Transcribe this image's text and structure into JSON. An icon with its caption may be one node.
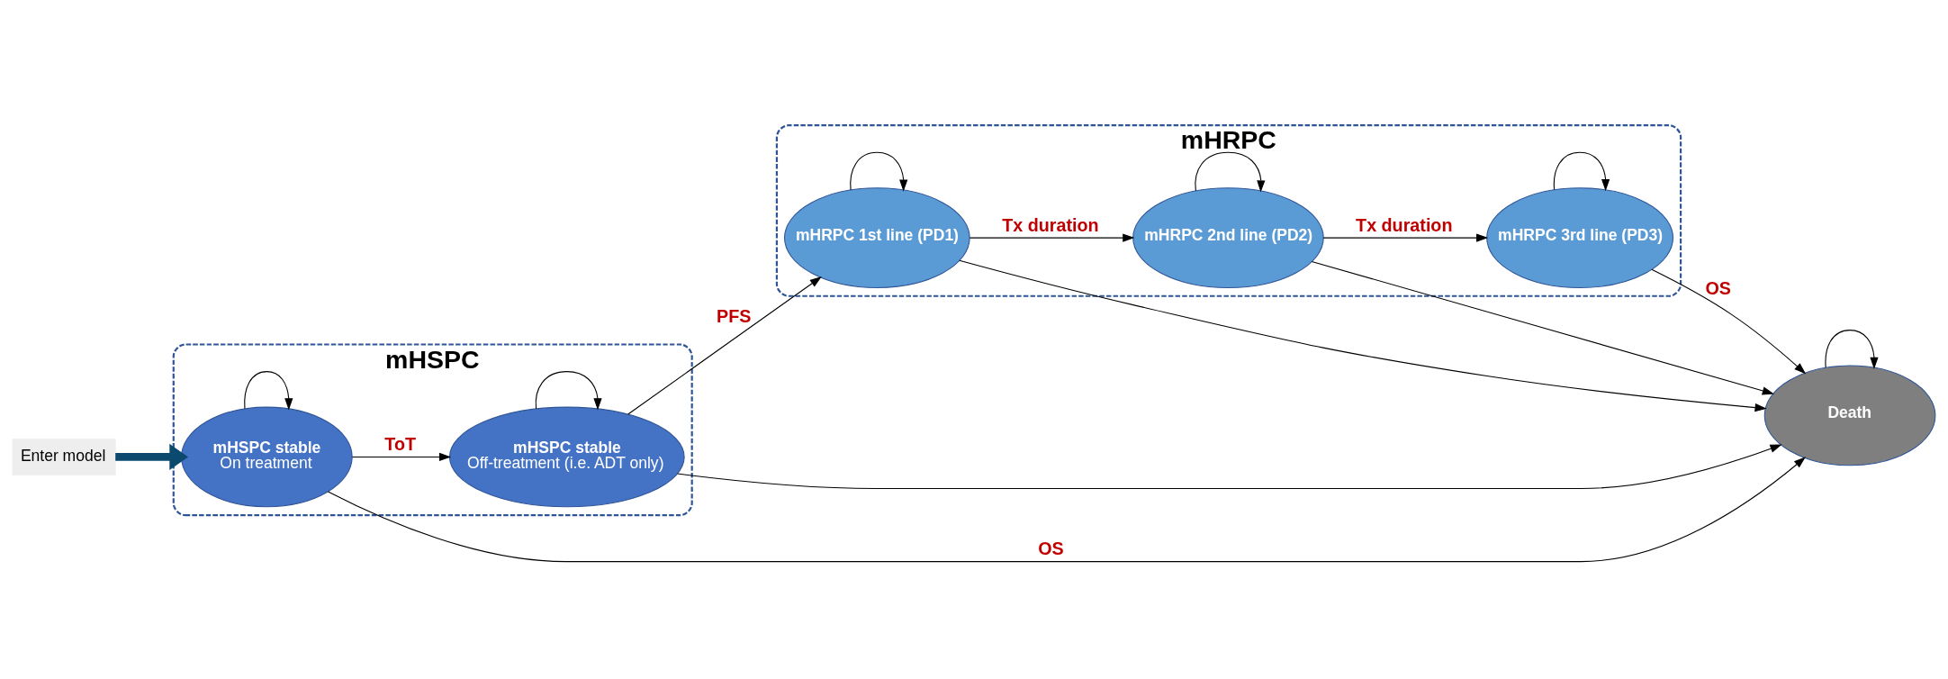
{
  "diagram": {
    "nodes": [
      {
        "text": [
          "mHSPC"
        ]
      },
      {
        "text": [
          "mHSPC stable",
          "On treatment"
        ],
        "in": 0
      },
      {
        "text": [
          "mHSPC stable",
          "Off-treatment (i.e. ADT only)"
        ],
        "in": 0
      },
      {
        "text": [
          "mHRPC"
        ]
      },
      {
        "text": [
          "mHRPC 1st line (PD1)"
        ],
        "in": 3
      },
      {
        "text": [
          "mHRPC 2nd line (PD2)"
        ],
        "in": 3
      },
      {
        "text": [
          "mHRPC 3rd line (PD3)"
        ],
        "in": 3
      },
      {
        "text": [
          "Death"
        ]
      },
      {
        "text": [
          "Enter model"
        ]
      }
    ],
    "edges": [
      {
        "from": 1,
        "to": 1,
        "arrow": "to"
      },
      {
        "from": 2,
        "to": 2,
        "arrow": "to"
      },
      {
        "from": 4,
        "to": 4,
        "arrow": "to"
      },
      {
        "from": 5,
        "to": 5,
        "arrow": "to"
      },
      {
        "from": 6,
        "to": 6,
        "arrow": "to"
      },
      {
        "from": 7,
        "to": 7,
        "arrow": "to"
      },
      {
        "from": 1,
        "to": 2,
        "arrow": "to",
        "label": "ToT"
      },
      {
        "from": 2,
        "to": 4,
        "arrow": "to",
        "label": "PFS"
      },
      {
        "from": 4,
        "to": 5,
        "arrow": "to",
        "label": "Tx duration"
      },
      {
        "from": 5,
        "to": 6,
        "arrow": "to",
        "label": "Tx duration"
      },
      {
        "from": 1,
        "to": 7,
        "arrow": "to",
        "label": "OS"
      },
      {
        "from": 2,
        "to": 7,
        "arrow": "to"
      },
      {
        "from": 4,
        "to": 7,
        "arrow": "to"
      },
      {
        "from": 5,
        "to": 7,
        "arrow": "to"
      },
      {
        "from": 6,
        "to": 7,
        "arrow": "to",
        "label": "OS"
      },
      {
        "from": 8,
        "to": 1,
        "arrow": "to",
        "style": "thick",
        "color": "#0b4a6e"
      }
    ]
  }
}
